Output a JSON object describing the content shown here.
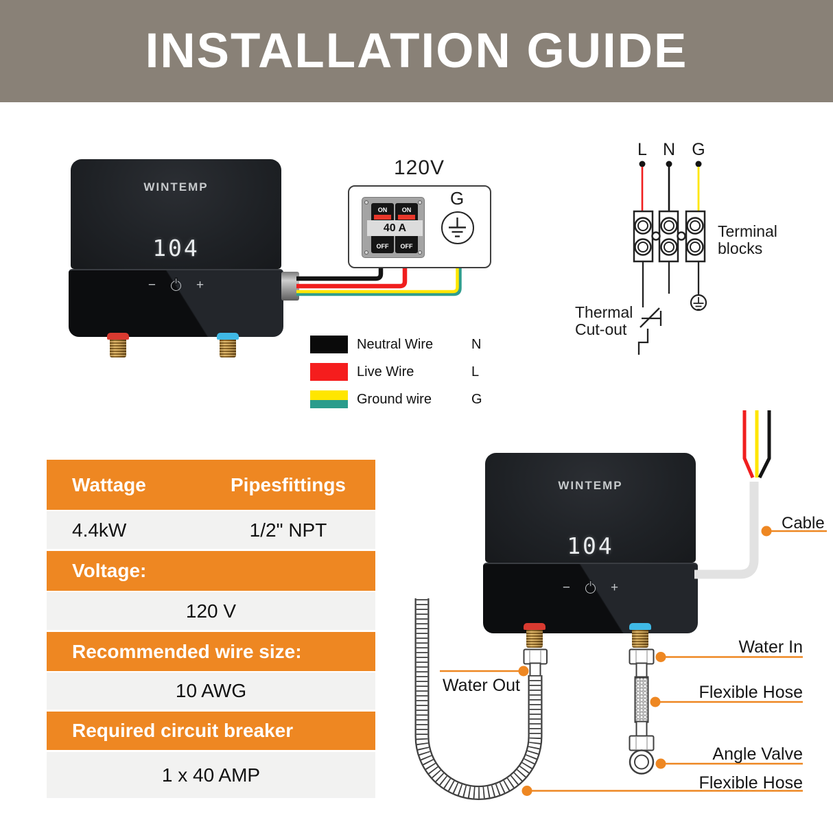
{
  "header": {
    "title": "INSTALLATION GUIDE"
  },
  "device": {
    "brand": "WINTEMP",
    "display": "104",
    "btn_minus": "−",
    "btn_plus": "+"
  },
  "breaker": {
    "voltage": "120V",
    "on": "ON",
    "off": "OFF",
    "amps": "40 A",
    "ground_letter": "G"
  },
  "wire_legend": [
    {
      "label": "Neutral Wire",
      "code": "N"
    },
    {
      "label": "Live Wire",
      "code": "L"
    },
    {
      "label": "Ground wire",
      "code": "G"
    }
  ],
  "terminal_diagram": {
    "labels": [
      "L",
      "N",
      "G"
    ],
    "caption_line1": "Terminal",
    "caption_line2": "blocks",
    "thermal_line1": "Thermal",
    "thermal_line2": "Cut-out"
  },
  "spec_table": {
    "rows": [
      {
        "style": "header",
        "cells": [
          "Wattage",
          "Pipesfittings"
        ]
      },
      {
        "style": "value",
        "cells": [
          "4.4kW",
          "1/2\" NPT"
        ]
      },
      {
        "style": "header",
        "cells": [
          "Voltage:"
        ]
      },
      {
        "style": "value",
        "cells": [
          "120 V"
        ]
      },
      {
        "style": "header",
        "cells": [
          "Recommended wire size:"
        ]
      },
      {
        "style": "value",
        "cells": [
          "10 AWG"
        ]
      },
      {
        "style": "header",
        "cells": [
          "Required circuit breaker"
        ]
      },
      {
        "style": "value",
        "cells": [
          "1 x 40 AMP"
        ]
      }
    ]
  },
  "plumbing_labels": {
    "cable": "Cable",
    "water_in": "Water In",
    "flexible_hose_top": "Flexible Hose",
    "angle_valve": "Angle Valve",
    "flexible_hose_bottom": "Flexible Hose",
    "water_out": "Water Out"
  },
  "colors": {
    "accent_orange": "#EE8722",
    "banner_taupe": "#898177",
    "wire_black": "#141414",
    "wire_red": "#F01E1E",
    "wire_yellow": "#FFE600",
    "wire_green": "#2F9E8E",
    "cable_gray": "#E2E2E2"
  }
}
